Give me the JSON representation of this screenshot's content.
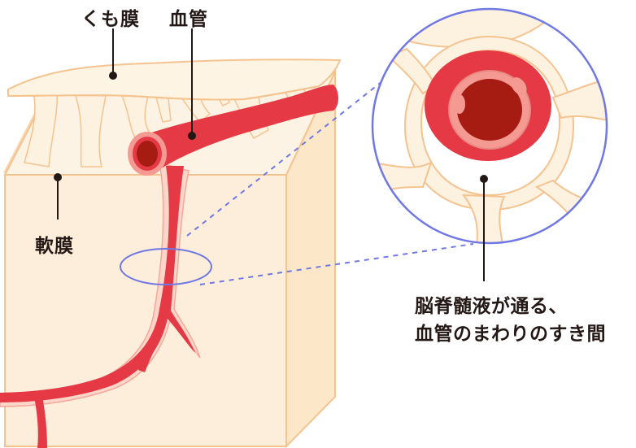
{
  "labels": {
    "arachnoid": "くも膜",
    "vessel": "血管",
    "pia": "軟膜",
    "csf_line1": "脳脊髄液が通る、",
    "csf_line2": "血管のまわりのすき間"
  },
  "colors": {
    "tissue_fill": "#fdebd3",
    "tissue_stroke": "#f5c38f",
    "trabecula": "#fdf1e0",
    "vessel_red": "#e63946",
    "vessel_dark": "#a61c12",
    "vessel_pink": "#f59a93",
    "leader": "#231815",
    "zoom_circle": "#6f78e4",
    "dashed": "#6f78e4"
  }
}
